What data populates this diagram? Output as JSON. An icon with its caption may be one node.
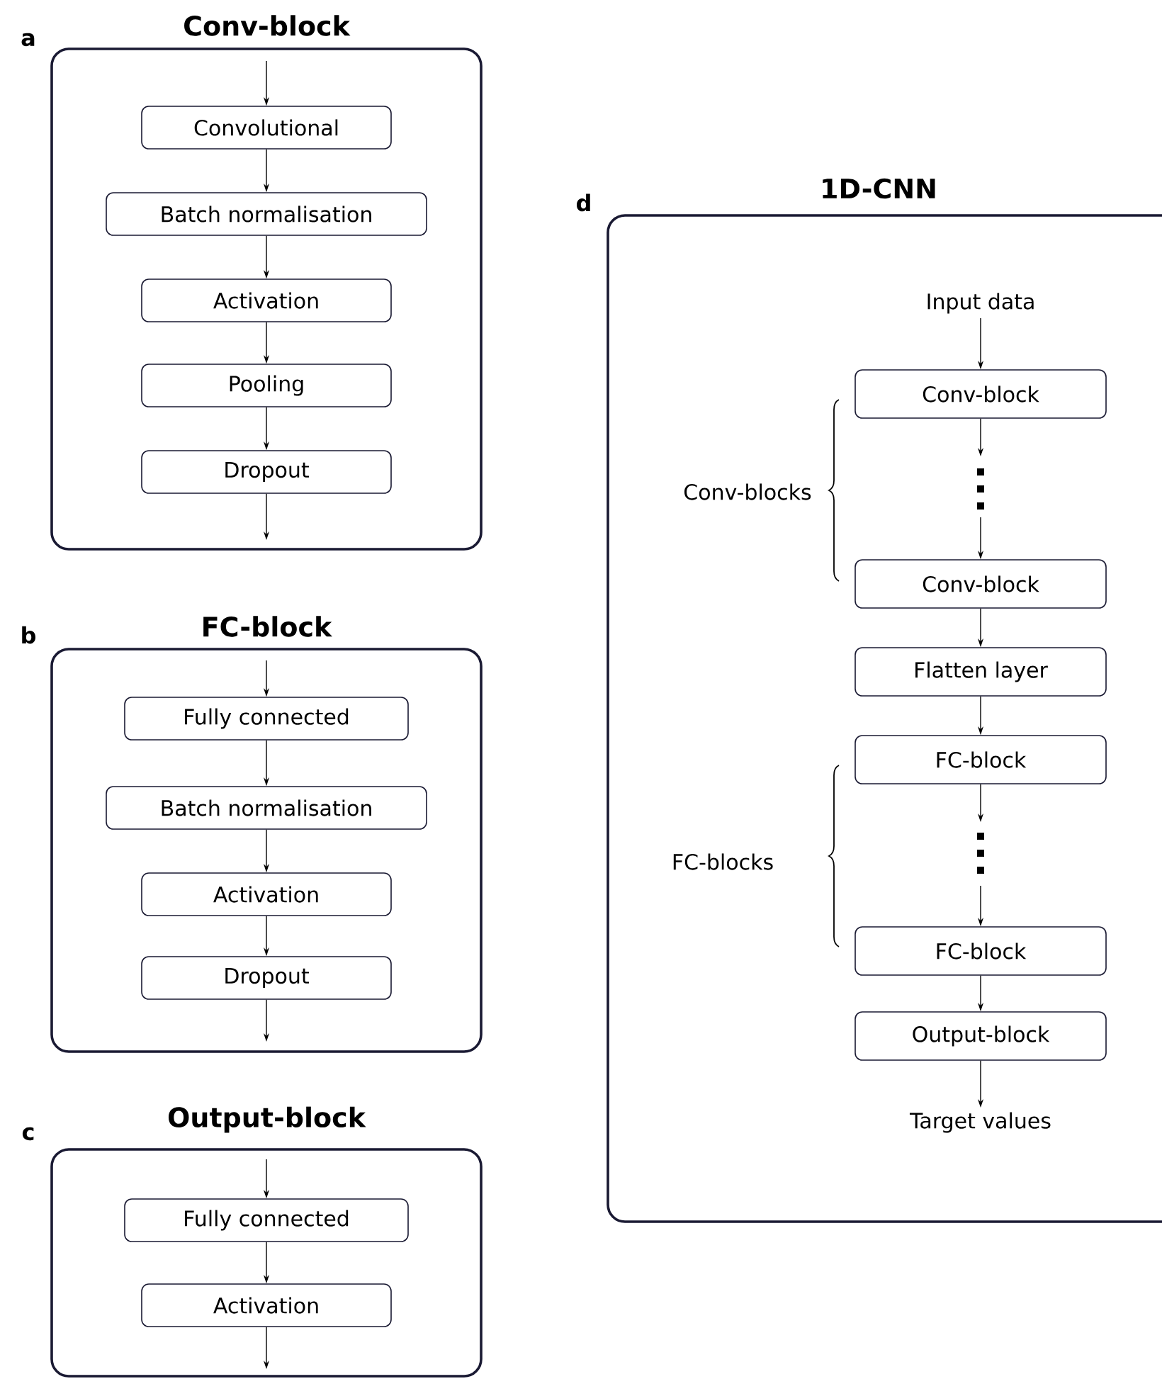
{
  "diagram": {
    "nodes": [
      {
        "text": [
          "Conv-block"
        ]
      },
      {
        "text": [
          "Convolutional"
        ],
        "in": 0
      },
      {
        "text": [
          "Batch normalisation"
        ],
        "in": 0
      },
      {
        "text": [
          "Activation"
        ],
        "in": 0
      },
      {
        "text": [
          "Pooling"
        ],
        "in": 0
      },
      {
        "text": [
          "Dropout"
        ],
        "in": 0
      },
      {
        "text": [
          "FC-block"
        ]
      },
      {
        "text": [
          "Fully connected"
        ],
        "in": 6
      },
      {
        "text": [
          "Batch normalisation"
        ],
        "in": 6
      },
      {
        "text": [
          "Activation"
        ],
        "in": 6
      },
      {
        "text": [
          "Dropout"
        ],
        "in": 6
      },
      {
        "text": [
          "Output-block"
        ]
      },
      {
        "text": [
          "Fully connected"
        ],
        "in": 11
      },
      {
        "text": [
          "Activation"
        ],
        "in": 11
      },
      {
        "text": [
          "1D-CNN"
        ]
      },
      {
        "text": [
          "Input data"
        ],
        "in": 14
      },
      {
        "text": [
          "Conv-block"
        ],
        "in": 14
      },
      {
        "text": [
          "Conv-block"
        ],
        "in": 14
      },
      {
        "text": [
          "Flatten layer"
        ],
        "in": 14
      },
      {
        "text": [
          "FC-block"
        ],
        "in": 14
      },
      {
        "text": [
          "FC-block"
        ],
        "in": 14
      },
      {
        "text": [
          "Output-block"
        ],
        "in": 14
      },
      {
        "text": [
          "Target values"
        ],
        "in": 14
      }
    ],
    "edges": [
      {
        "from": null,
        "to": 1,
        "arrow": "to"
      },
      {
        "from": 1,
        "to": 2,
        "arrow": "to"
      },
      {
        "from": 2,
        "to": 3,
        "arrow": "to"
      },
      {
        "from": 3,
        "to": 4,
        "arrow": "to"
      },
      {
        "from": 4,
        "to": 5,
        "arrow": "to"
      },
      {
        "from": 5,
        "to": null,
        "arrow": "to"
      },
      {
        "from": null,
        "to": 7,
        "arrow": "to"
      },
      {
        "from": 7,
        "to": 8,
        "arrow": "to"
      },
      {
        "from": 8,
        "to": 9,
        "arrow": "to"
      },
      {
        "from": 9,
        "to": 10,
        "arrow": "to"
      },
      {
        "from": 10,
        "to": null,
        "arrow": "to"
      },
      {
        "from": null,
        "to": 12,
        "arrow": "to"
      },
      {
        "from": 12,
        "to": 13,
        "arrow": "to"
      },
      {
        "from": 13,
        "to": null,
        "arrow": "to"
      },
      {
        "from": 15,
        "to": 16,
        "arrow": "to"
      },
      {
        "from": 16,
        "to": null,
        "arrow": "to"
      },
      {
        "from": null,
        "to": 17,
        "arrow": "to"
      },
      {
        "from": 17,
        "to": 18,
        "arrow": "to"
      },
      {
        "from": 18,
        "to": 19,
        "arrow": "to"
      },
      {
        "from": 19,
        "to": null,
        "arrow": "to"
      },
      {
        "from": null,
        "to": 20,
        "arrow": "to"
      },
      {
        "from": 20,
        "to": 21,
        "arrow": "to"
      },
      {
        "from": 21,
        "to": 22,
        "arrow": "to"
      }
    ],
    "labels": [
      "a",
      "b",
      "c",
      "d",
      "Conv-blocks",
      "FC-blocks"
    ]
  }
}
